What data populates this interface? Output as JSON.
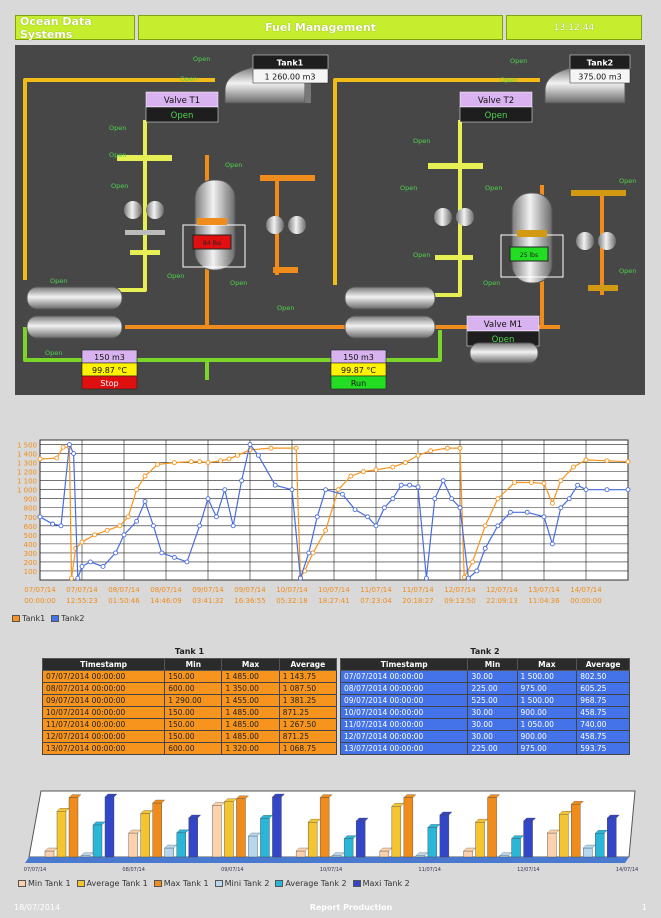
{
  "header": {
    "company": "Ocean Data Systems",
    "title": "Fuel Management",
    "time": "13:12:44"
  },
  "synoptic": {
    "tank1": {
      "name": "Tank1",
      "value": "1 260.00 m3"
    },
    "tank2": {
      "name": "Tank2",
      "value": "375.00 m3"
    },
    "valve_t1": {
      "name": "Valve T1",
      "state": "Open"
    },
    "valve_t2": {
      "name": "Valve T2",
      "state": "Open"
    },
    "valve_m1": {
      "name": "Valve M1",
      "state": "Open"
    },
    "heater1_level": "84 lbs",
    "heater2_level": "25 lbs",
    "open_label": "Open",
    "unit1": {
      "volume": "150 m3",
      "temp": "99.87 °C",
      "status": "Stop"
    },
    "unit2": {
      "volume": "150 m3",
      "temp": "99.87 °C",
      "status": "Run"
    }
  },
  "colors": {
    "accent": "#c6ee2f",
    "tank1": "#f7941d",
    "tank2": "#4472e8",
    "stop": "#e01010",
    "run": "#22dd22"
  },
  "chart_data": [
    {
      "type": "line",
      "yticks": [
        "100",
        "200",
        "300",
        "400",
        "500",
        "600",
        "700",
        "800",
        "900",
        "1 000",
        "1 100",
        "1 200",
        "1 300",
        "1 400",
        "1 500"
      ],
      "ylim": [
        0,
        1550
      ],
      "xticks": [
        [
          "07/07/14",
          "00:00:00"
        ],
        [
          "07/07/14",
          "12:55:23"
        ],
        [
          "08/07/14",
          "01:50:46"
        ],
        [
          "08/07/14",
          "14:46:09"
        ],
        [
          "09/07/14",
          "03:41:32"
        ],
        [
          "09/07/14",
          "16:36:55"
        ],
        [
          "10/07/14",
          "05:32:18"
        ],
        [
          "10/07/14",
          "18:27:41"
        ],
        [
          "11/07/14",
          "07:23:04"
        ],
        [
          "11/07/14",
          "20:18:27"
        ],
        [
          "12/07/14",
          "09:13:50"
        ],
        [
          "12/07/14",
          "22:09:13"
        ],
        [
          "13/07/14",
          "11:04:36"
        ],
        [
          "14/07/14",
          "00:00:00"
        ]
      ],
      "series": [
        {
          "name": "Tank1",
          "color": "#f7941d",
          "points": [
            [
              0,
              1340
            ],
            [
              0.4,
              1350
            ],
            [
              0.55,
              1470
            ],
            [
              0.7,
              1470
            ],
            [
              0.75,
              20
            ],
            [
              0.85,
              350
            ],
            [
              1.0,
              420
            ],
            [
              1.3,
              500
            ],
            [
              1.6,
              550
            ],
            [
              1.9,
              600
            ],
            [
              2.1,
              700
            ],
            [
              2.3,
              1000
            ],
            [
              2.5,
              1150
            ],
            [
              2.8,
              1280
            ],
            [
              3.2,
              1300
            ],
            [
              3.6,
              1310
            ],
            [
              3.8,
              1310
            ],
            [
              4.0,
              1300
            ],
            [
              4.3,
              1320
            ],
            [
              4.5,
              1340
            ],
            [
              4.7,
              1380
            ],
            [
              5.0,
              1440
            ],
            [
              5.5,
              1460
            ],
            [
              6.1,
              1460
            ],
            [
              6.2,
              30
            ],
            [
              6.3,
              100
            ],
            [
              6.5,
              300
            ],
            [
              6.8,
              550
            ],
            [
              7.1,
              1000
            ],
            [
              7.4,
              1150
            ],
            [
              7.7,
              1200
            ],
            [
              8.0,
              1220
            ],
            [
              8.4,
              1250
            ],
            [
              8.7,
              1300
            ],
            [
              9.0,
              1380
            ],
            [
              9.3,
              1430
            ],
            [
              9.7,
              1460
            ],
            [
              10.0,
              1460
            ],
            [
              10.1,
              30
            ],
            [
              10.3,
              200
            ],
            [
              10.6,
              600
            ],
            [
              10.9,
              900
            ],
            [
              11.3,
              1080
            ],
            [
              11.7,
              1080
            ],
            [
              12.0,
              1070
            ],
            [
              12.2,
              850
            ],
            [
              12.4,
              1100
            ],
            [
              12.7,
              1250
            ],
            [
              13.0,
              1330
            ],
            [
              13.5,
              1320
            ],
            [
              14.0,
              1310
            ]
          ]
        },
        {
          "name": "Tank2",
          "color": "#4a6ee0",
          "points": [
            [
              0,
              700
            ],
            [
              0.3,
              620
            ],
            [
              0.5,
              600
            ],
            [
              0.7,
              1500
            ],
            [
              0.8,
              1400
            ],
            [
              0.9,
              20
            ],
            [
              1.0,
              150
            ],
            [
              1.2,
              200
            ],
            [
              1.5,
              150
            ],
            [
              1.8,
              300
            ],
            [
              2.0,
              500
            ],
            [
              2.3,
              650
            ],
            [
              2.5,
              870
            ],
            [
              2.7,
              600
            ],
            [
              2.9,
              300
            ],
            [
              3.2,
              250
            ],
            [
              3.5,
              200
            ],
            [
              3.8,
              600
            ],
            [
              4.0,
              900
            ],
            [
              4.2,
              700
            ],
            [
              4.4,
              1000
            ],
            [
              4.6,
              600
            ],
            [
              4.8,
              1100
            ],
            [
              5.0,
              1500
            ],
            [
              5.2,
              1380
            ],
            [
              5.6,
              1050
            ],
            [
              6.0,
              1000
            ],
            [
              6.2,
              20
            ],
            [
              6.4,
              300
            ],
            [
              6.6,
              700
            ],
            [
              6.8,
              1000
            ],
            [
              7.2,
              950
            ],
            [
              7.5,
              780
            ],
            [
              7.8,
              700
            ],
            [
              8.0,
              600
            ],
            [
              8.2,
              800
            ],
            [
              8.4,
              900
            ],
            [
              8.6,
              1050
            ],
            [
              8.8,
              1050
            ],
            [
              9.0,
              1030
            ],
            [
              9.2,
              20
            ],
            [
              9.4,
              900
            ],
            [
              9.6,
              1100
            ],
            [
              9.8,
              900
            ],
            [
              10.0,
              800
            ],
            [
              10.2,
              20
            ],
            [
              10.4,
              100
            ],
            [
              10.6,
              350
            ],
            [
              10.9,
              600
            ],
            [
              11.2,
              750
            ],
            [
              11.6,
              750
            ],
            [
              12.0,
              700
            ],
            [
              12.2,
              400
            ],
            [
              12.4,
              800
            ],
            [
              12.6,
              900
            ],
            [
              12.8,
              1050
            ],
            [
              13.0,
              1000
            ],
            [
              13.5,
              1000
            ],
            [
              14.0,
              1000
            ]
          ]
        }
      ],
      "legend": [
        "Tank1",
        "Tank2"
      ]
    },
    {
      "type": "table",
      "tables": [
        {
          "title": "Tank 1",
          "columns": [
            "Timestamp",
            "Min",
            "Max",
            "Average"
          ],
          "rows": [
            [
              "07/07/2014 00:00:00",
              "150.00",
              "1 485.00",
              "1 143.75"
            ],
            [
              "08/07/2014 00:00:00",
              "600.00",
              "1 350.00",
              "1 087.50"
            ],
            [
              "09/07/2014 00:00:00",
              "1 290.00",
              "1 455.00",
              "1 381.25"
            ],
            [
              "10/07/2014 00:00:00",
              "150.00",
              "1 485.00",
              "871.25"
            ],
            [
              "11/07/2014 00:00:00",
              "150.00",
              "1 485.00",
              "1 267.50"
            ],
            [
              "12/07/2014 00:00:00",
              "150.00",
              "1 485.00",
              "871.25"
            ],
            [
              "13/07/2014 00:00:00",
              "600.00",
              "1 320.00",
              "1 068.75"
            ]
          ]
        },
        {
          "title": "Tank 2",
          "columns": [
            "Timestamp",
            "Min",
            "Max",
            "Average"
          ],
          "rows": [
            [
              "07/07/2014 00:00:00",
              "30.00",
              "1 500.00",
              "802.50"
            ],
            [
              "08/07/2014 00:00:00",
              "225.00",
              "975.00",
              "605.25"
            ],
            [
              "09/07/2014 00:00:00",
              "525.00",
              "1 500.00",
              "968.75"
            ],
            [
              "10/07/2014 00:00:00",
              "30.00",
              "900.00",
              "458.75"
            ],
            [
              "11/07/2014 00:00:00",
              "30.00",
              "1 050.00",
              "740.00"
            ],
            [
              "12/07/2014 00:00:00",
              "30.00",
              "900.00",
              "458.75"
            ],
            [
              "13/07/2014 00:00:00",
              "225.00",
              "975.00",
              "593.75"
            ]
          ]
        }
      ]
    },
    {
      "type": "bar",
      "categories": [
        "07/07/14",
        "08/07/14",
        "09/07/14",
        "10/07/14",
        "11/07/14",
        "12/07/14",
        "13/07/14"
      ],
      "xticks": [
        "07/07/14",
        "08/07/14",
        "09/07/14",
        "10/07/14",
        "11/07/14",
        "12/07/14",
        "14/07/14"
      ],
      "series": [
        {
          "name": "Min Tank 1",
          "color": "#fcd2ae",
          "values": [
            150,
            600,
            1290,
            150,
            150,
            150,
            600
          ]
        },
        {
          "name": "Average Tank 1",
          "color": "#f5c531",
          "values": [
            1143.75,
            1087.5,
            1381.25,
            871.25,
            1267.5,
            871.25,
            1068.75
          ]
        },
        {
          "name": "Max Tank 1",
          "color": "#f08c1b",
          "values": [
            1485,
            1350,
            1455,
            1485,
            1485,
            1485,
            1320
          ]
        },
        {
          "name": "Mini Tank 2",
          "color": "#b5d8ef",
          "values": [
            30,
            225,
            525,
            30,
            30,
            30,
            225
          ]
        },
        {
          "name": "Average Tank 2",
          "color": "#29b6d8",
          "values": [
            802.5,
            605.25,
            968.75,
            458.75,
            740,
            458.75,
            593.75
          ]
        },
        {
          "name": "Maxi Tank 2",
          "color": "#3346c8",
          "values": [
            1500,
            975,
            1500,
            900,
            1050,
            900,
            975
          ]
        }
      ],
      "ylim": [
        0,
        1550
      ]
    }
  ],
  "footer": {
    "date": "18/07/2014",
    "title": "Report Production",
    "page": "1"
  }
}
